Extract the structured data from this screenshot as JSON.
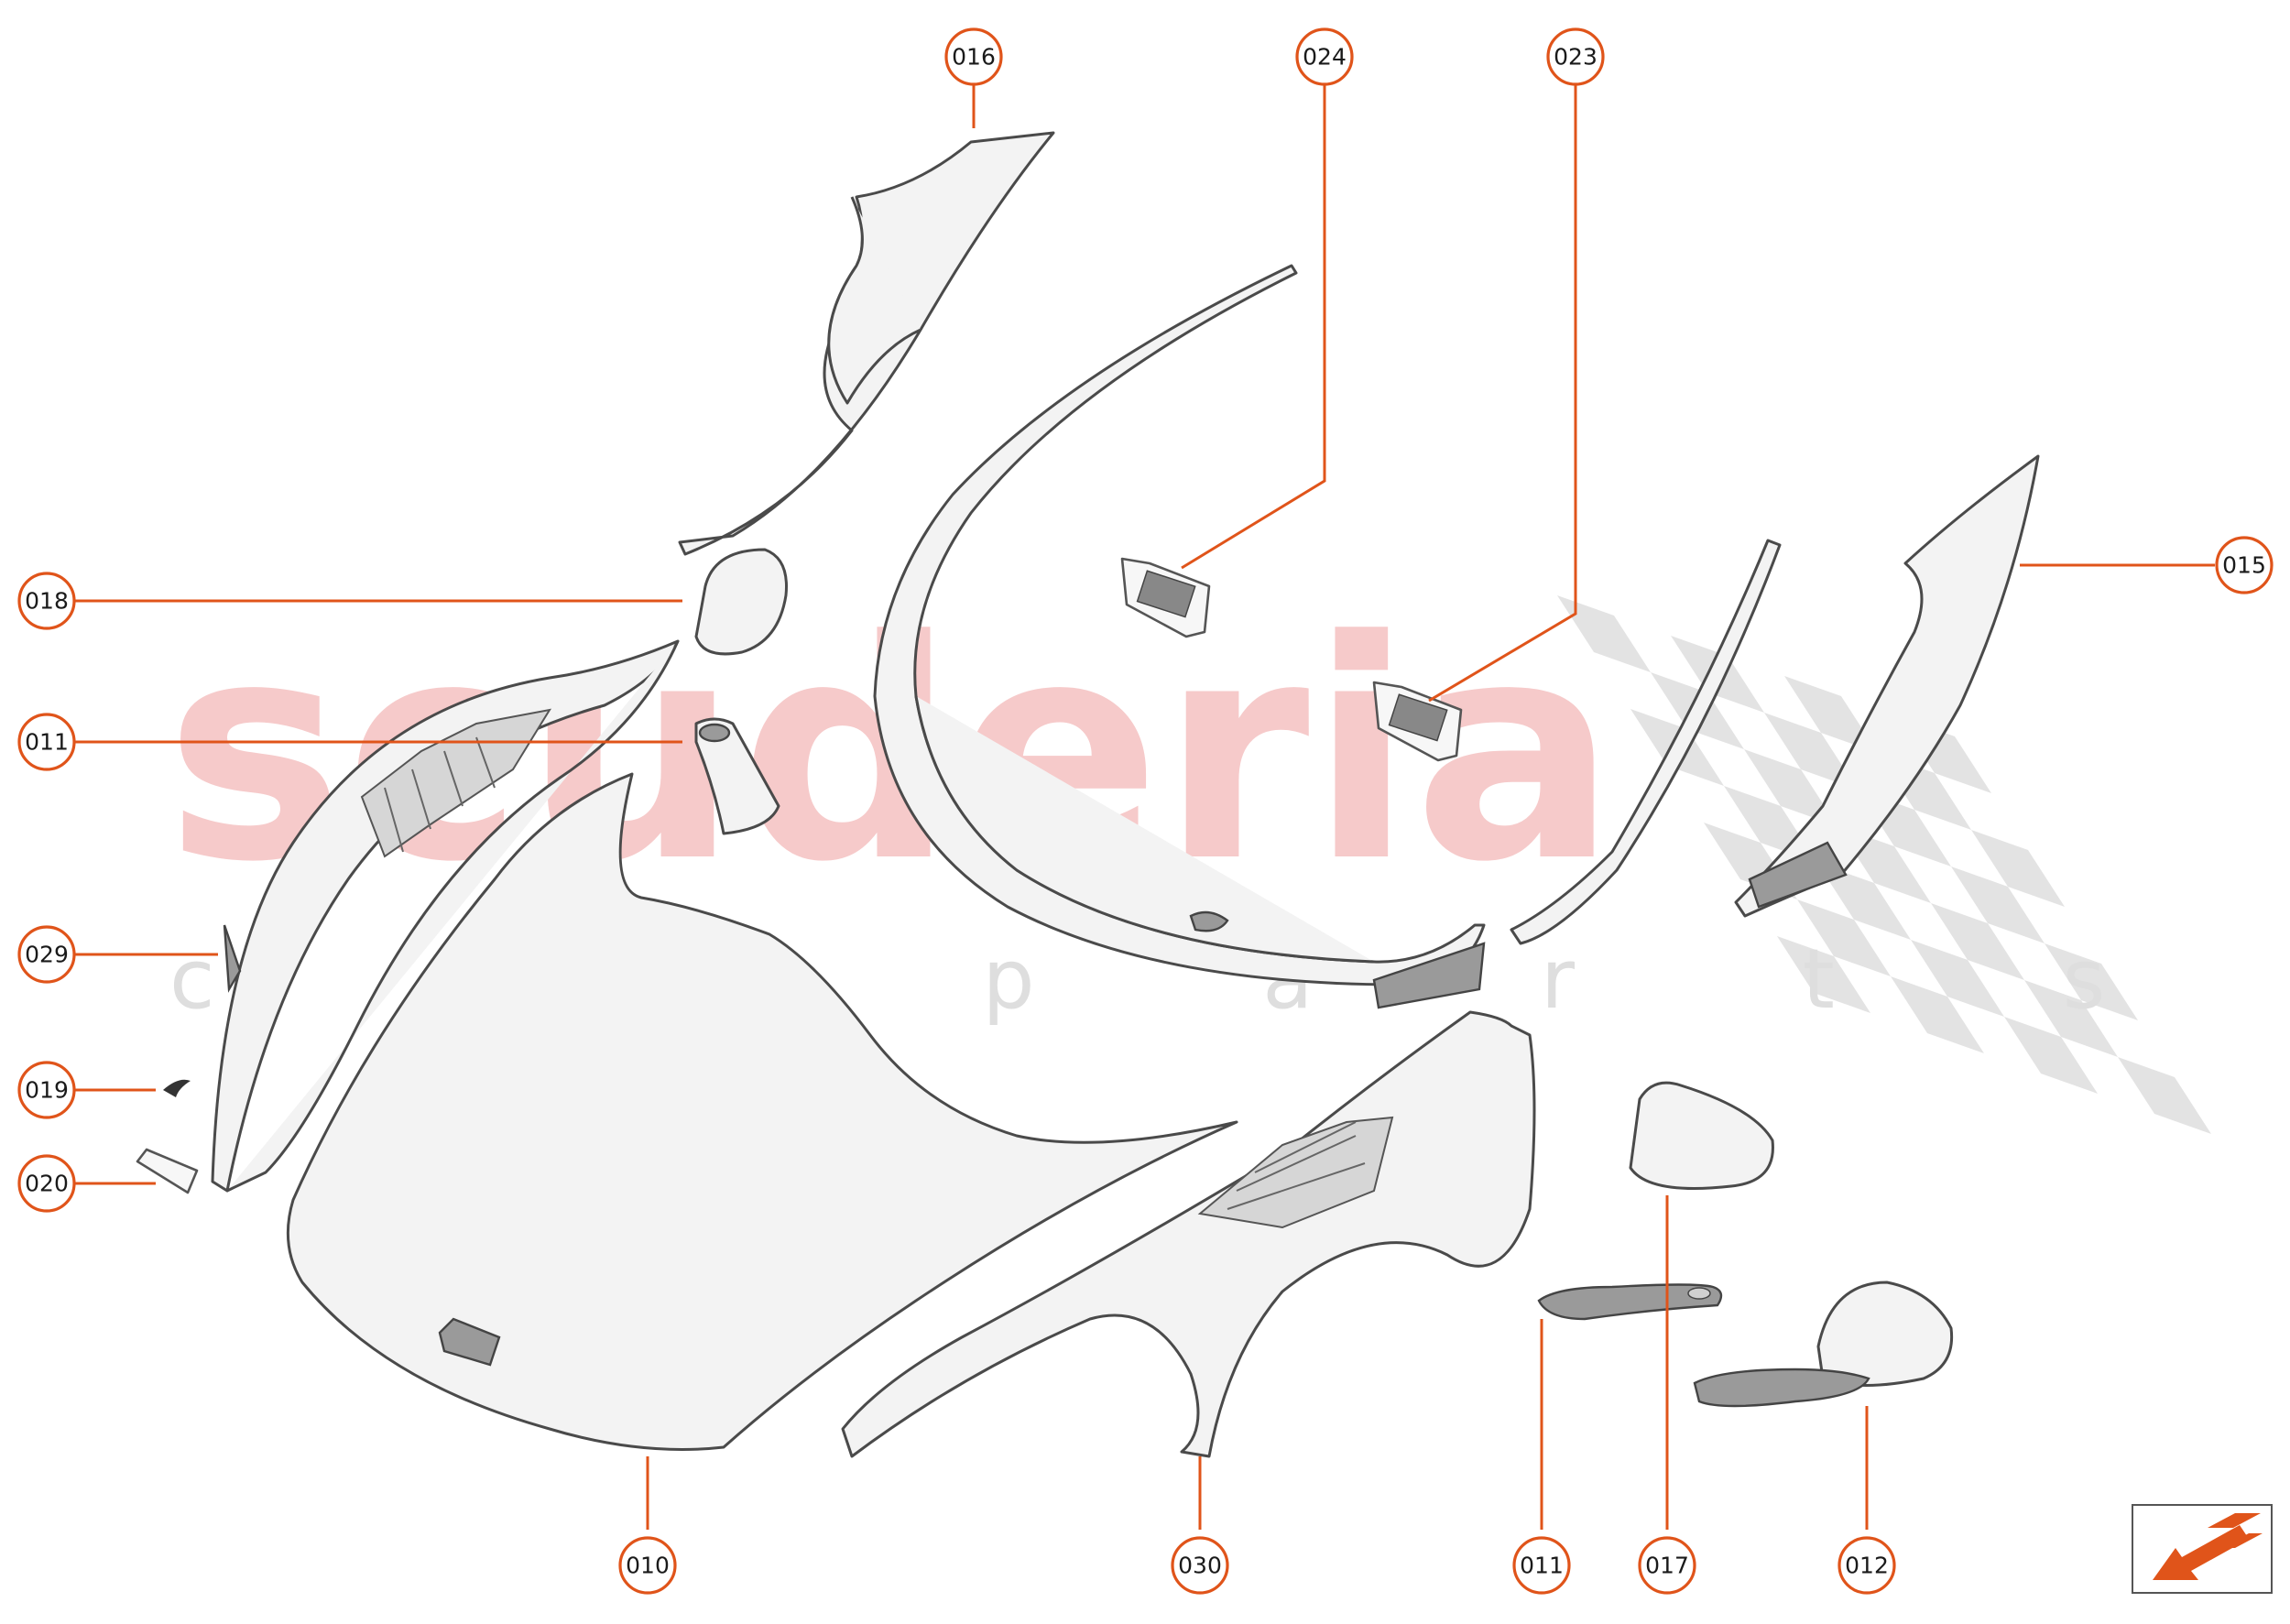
{
  "watermark": {
    "main": "scuderia",
    "sub": "c a r   p a r t s"
  },
  "callouts": [
    {
      "id": "c016",
      "label": "016"
    },
    {
      "id": "c024",
      "label": "024"
    },
    {
      "id": "c023",
      "label": "023"
    },
    {
      "id": "c015",
      "label": "015"
    },
    {
      "id": "c018",
      "label": "018"
    },
    {
      "id": "c011a",
      "label": "011"
    },
    {
      "id": "c029",
      "label": "029"
    },
    {
      "id": "c019",
      "label": "019"
    },
    {
      "id": "c020",
      "label": "020"
    },
    {
      "id": "c010",
      "label": "010"
    },
    {
      "id": "c030",
      "label": "030"
    },
    {
      "id": "c011b",
      "label": "011"
    },
    {
      "id": "c017",
      "label": "017"
    },
    {
      "id": "c012",
      "label": "012"
    }
  ],
  "colors": {
    "accent": "#e0541a",
    "watermark": "#f6caca",
    "checker": "#d9d9d9"
  },
  "nav_icon": "arrow-front-left-icon"
}
